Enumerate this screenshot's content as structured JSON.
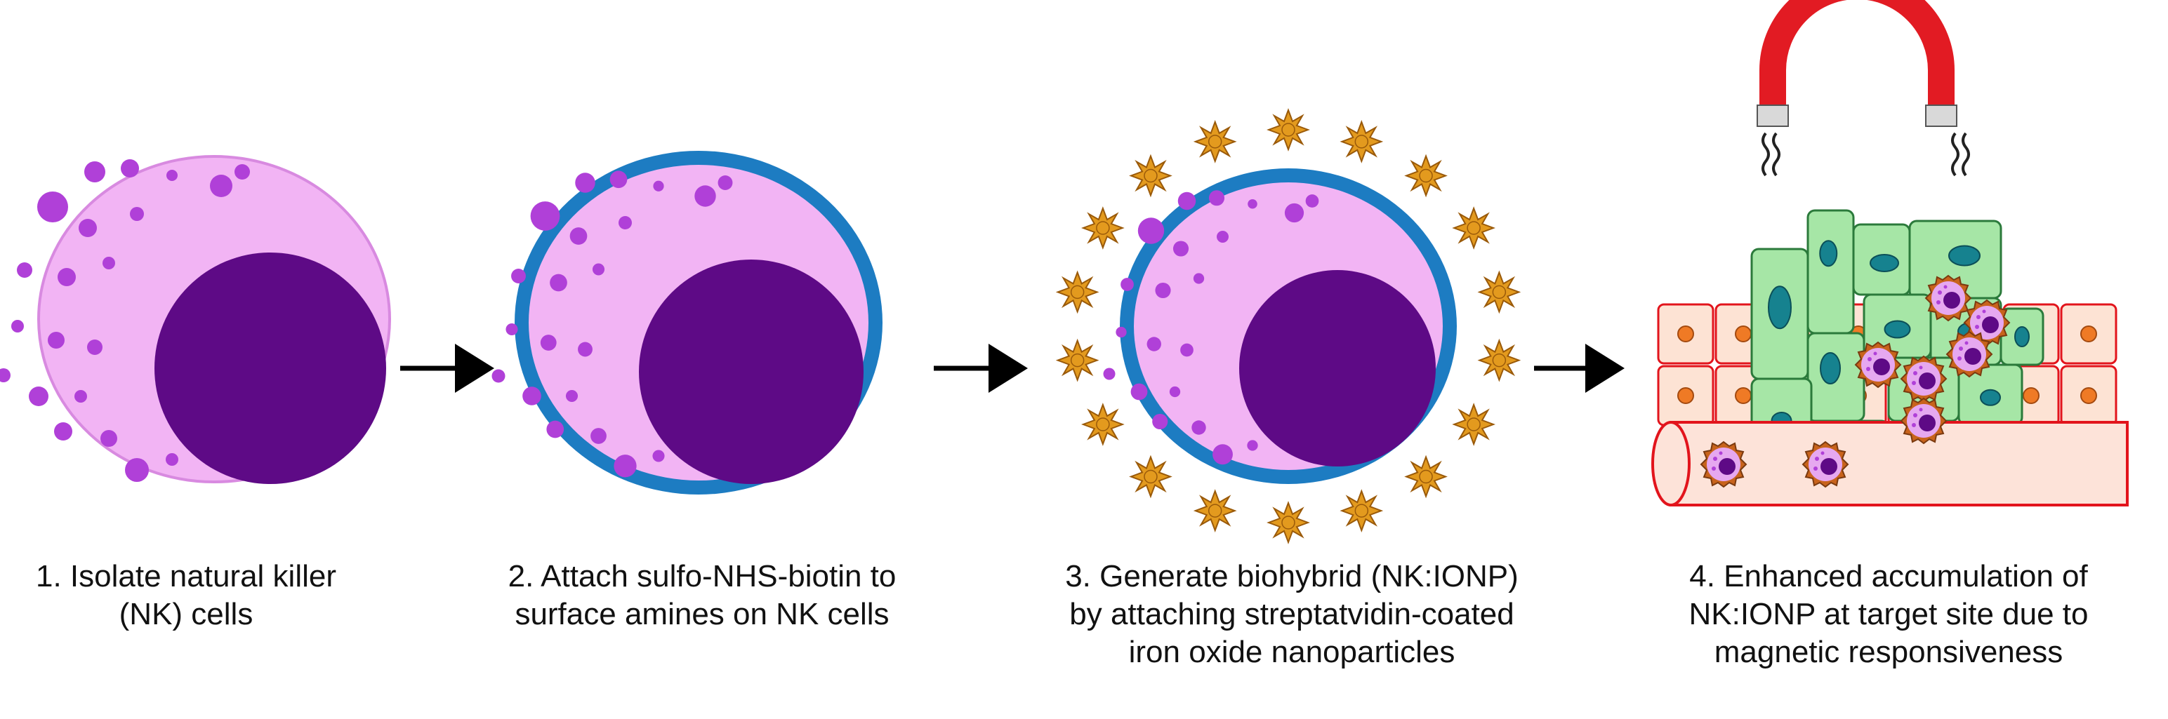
{
  "steps": [
    {
      "number": "1.",
      "lines": [
        "Isolate natural killer",
        "(NK) cells"
      ]
    },
    {
      "number": "2.",
      "lines": [
        "Attach sulfo-NHS-biotin to",
        "surface amines on NK cells"
      ]
    },
    {
      "number": "3.",
      "lines": [
        "Generate biohybrid (NK:IONP)",
        "by attaching streptatvidin-coated",
        "iron oxide nanoparticles"
      ]
    },
    {
      "number": "4.",
      "lines": [
        "Enhanced accumulation of",
        "NK:IONP at target site due to",
        "magnetic responsiveness"
      ]
    }
  ],
  "colors": {
    "cytoplasm": "#f2b4f4",
    "granule": "#b040d8",
    "nucleus": "#5e0a86",
    "biotin_coat": "#1d7cc2",
    "nanoparticle": "#e39a1e",
    "tumor_cell": "#a6e6a6",
    "tumor_nucleus": "#16828f",
    "tissue_cell": "#fde3d4",
    "tissue_nucleus": "#ef7a25",
    "vessel": "#fde3d9",
    "magnet_red": "#e21b23"
  }
}
